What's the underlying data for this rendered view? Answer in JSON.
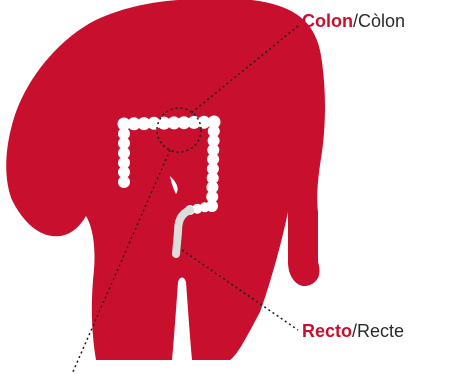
{
  "labels": {
    "colon": {
      "primary": "Colon",
      "separator": "/",
      "secondary": "Còlon"
    },
    "recto": {
      "primary": "Recto",
      "separator": "/",
      "secondary": "Recte"
    }
  },
  "colors": {
    "body": "#c8102e",
    "intestine": "#ffffff",
    "rectum": "#dddddd",
    "label_accent": "#c8102e",
    "label_text": "#2a2a2a",
    "leader_line": "#1a1a1a"
  }
}
